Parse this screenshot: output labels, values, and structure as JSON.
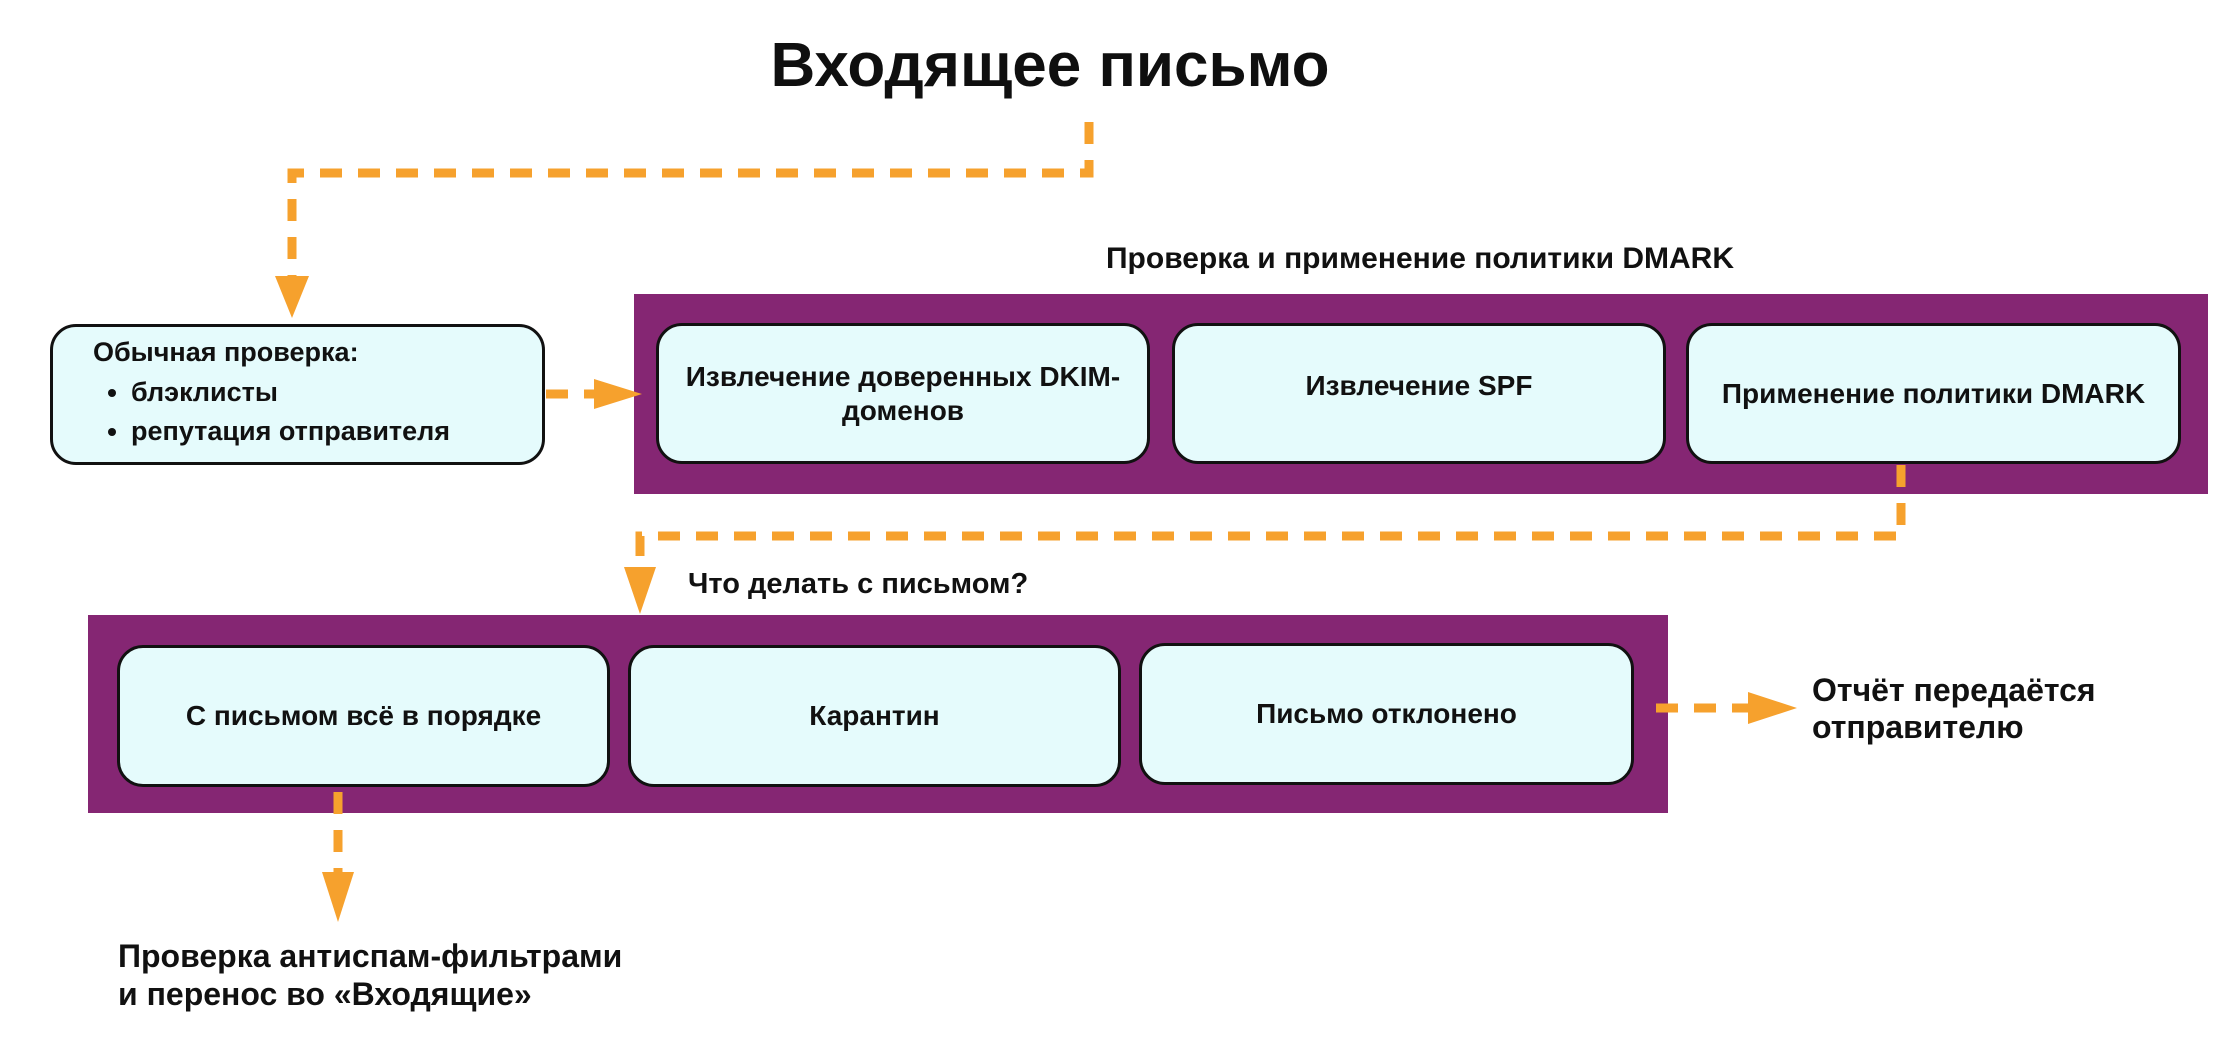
{
  "title": "Входящее письмо",
  "sections": {
    "dmark": {
      "title": "Проверка и применение политики DMARK",
      "steps": [
        "Извлечение доверенных DKIM-доменов",
        "Извлечение SPF",
        "Применение политики DMARK"
      ]
    },
    "decision": {
      "title": "Что делать с письмом?",
      "outcomes": [
        "С письмом всё в порядке",
        "Карантин",
        "Письмо отклонено"
      ]
    }
  },
  "initial_check": {
    "title": "Обычная проверка:",
    "items": [
      "блэклисты",
      "репутация отправителя"
    ]
  },
  "results": {
    "report": "Отчёт передаётся отправителю",
    "antispam_line1": "Проверка антиспам-фильтрами",
    "antispam_line2": "и перенос во «Входящие»"
  },
  "colors": {
    "band": "#852673",
    "box_fill": "#e5fbfc",
    "arrow": "#f6a12d"
  }
}
